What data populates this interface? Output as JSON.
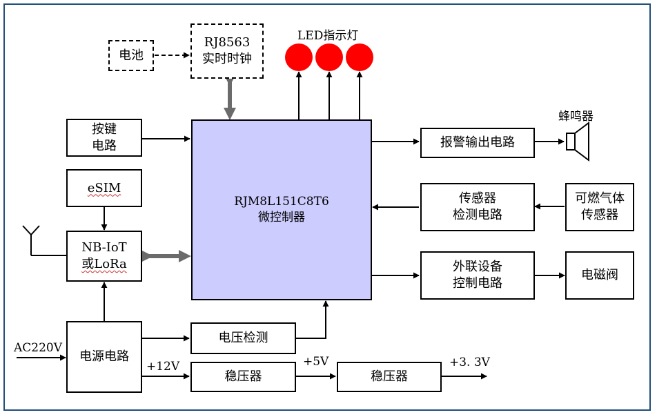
{
  "rtc": {
    "line1": "RJ8563",
    "line2": "实时时钟"
  },
  "battery": {
    "label": "电池"
  },
  "led": {
    "label": "LED指示灯",
    "color": "#ff0000"
  },
  "keys": {
    "line1": "按键",
    "line2": "电路"
  },
  "esim": {
    "label": "eSIM"
  },
  "nbiot": {
    "line1": "NB-IoT",
    "line2": "或LoRa"
  },
  "mcu": {
    "line1": "RJM8L151C8T6",
    "line2": "微控制器",
    "color": "#ccccff"
  },
  "alarm": {
    "label": "报警输出电路"
  },
  "buzzer": {
    "label": "蜂鸣器"
  },
  "sensor_circuit": {
    "line1": "传感器",
    "line2": "检测电路"
  },
  "gas_sensor": {
    "line1": "可燃气体",
    "line2": "传感器"
  },
  "ext_ctrl": {
    "line1": "外联设备",
    "line2": "控制电路"
  },
  "valve": {
    "label": "电磁阀"
  },
  "power": {
    "label": "电源电路"
  },
  "voltage_detect": {
    "label": "电压检测"
  },
  "reg1": {
    "label": "稳压器"
  },
  "reg2": {
    "label": "稳压器"
  },
  "rails": {
    "ac_in": "AC220V",
    "v12": "+12V",
    "v5": "+5V",
    "v33": "+3. 3V"
  }
}
